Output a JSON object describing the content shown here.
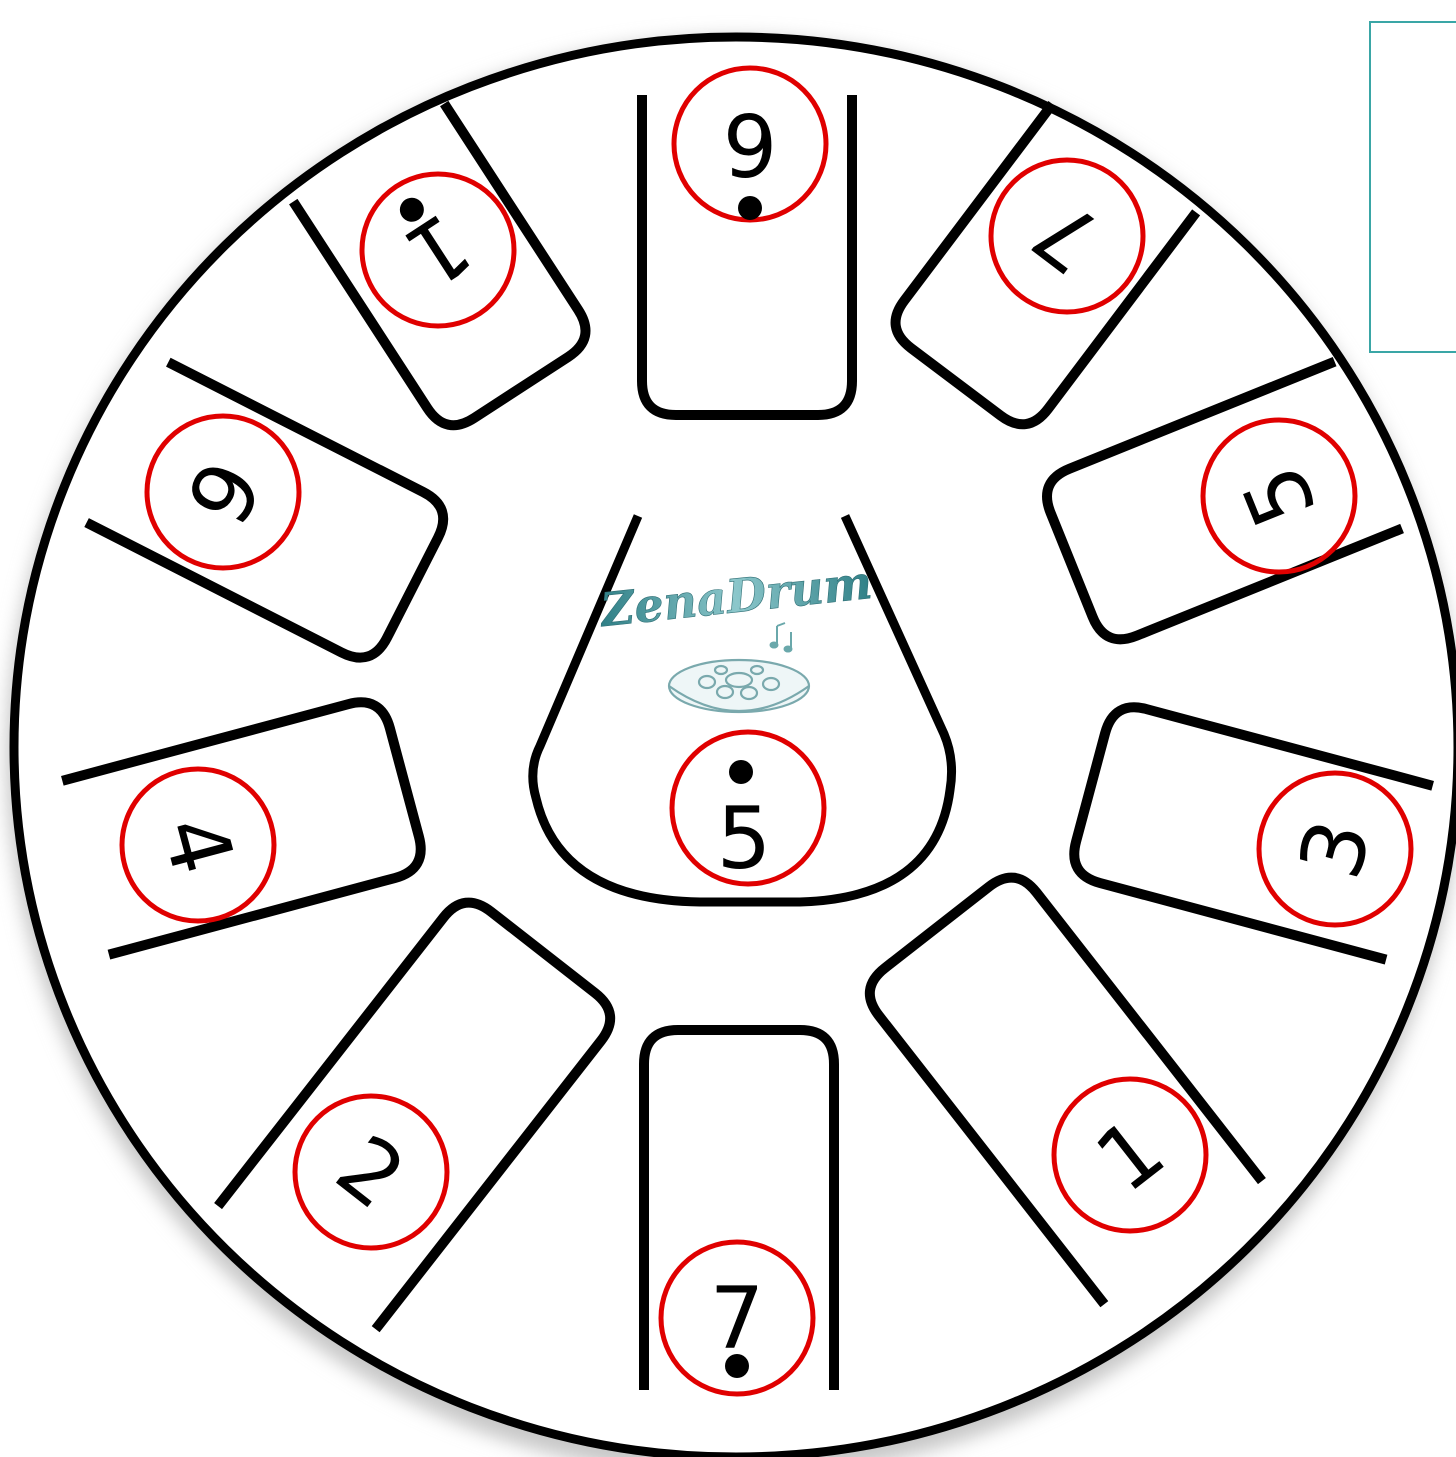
{
  "colors": {
    "ink": "#000000",
    "note_ring": "#e00000",
    "accent": "#2a9a9e",
    "logo_text": "#4f9ea2",
    "background": "#ffffff"
  },
  "logo": {
    "text": "ZenaDrum",
    "music_icon": "music-notes-icon",
    "drum_icon": "handpan-drum-icon"
  },
  "center_note": {
    "label": "5",
    "dot": "top"
  },
  "notes": [
    {
      "label": "1",
      "dot": "none"
    },
    {
      "label": "2",
      "dot": "none"
    },
    {
      "label": "3",
      "dot": "none"
    },
    {
      "label": "4",
      "dot": "none"
    },
    {
      "label": "5",
      "dot": "none"
    },
    {
      "label": "6",
      "dot": "none"
    },
    {
      "label": "7",
      "dot": "bottom"
    },
    {
      "label": "7",
      "dot": "none"
    },
    {
      "label": "1",
      "dot": "bottom"
    },
    {
      "label": "6",
      "dot": "top"
    }
  ]
}
